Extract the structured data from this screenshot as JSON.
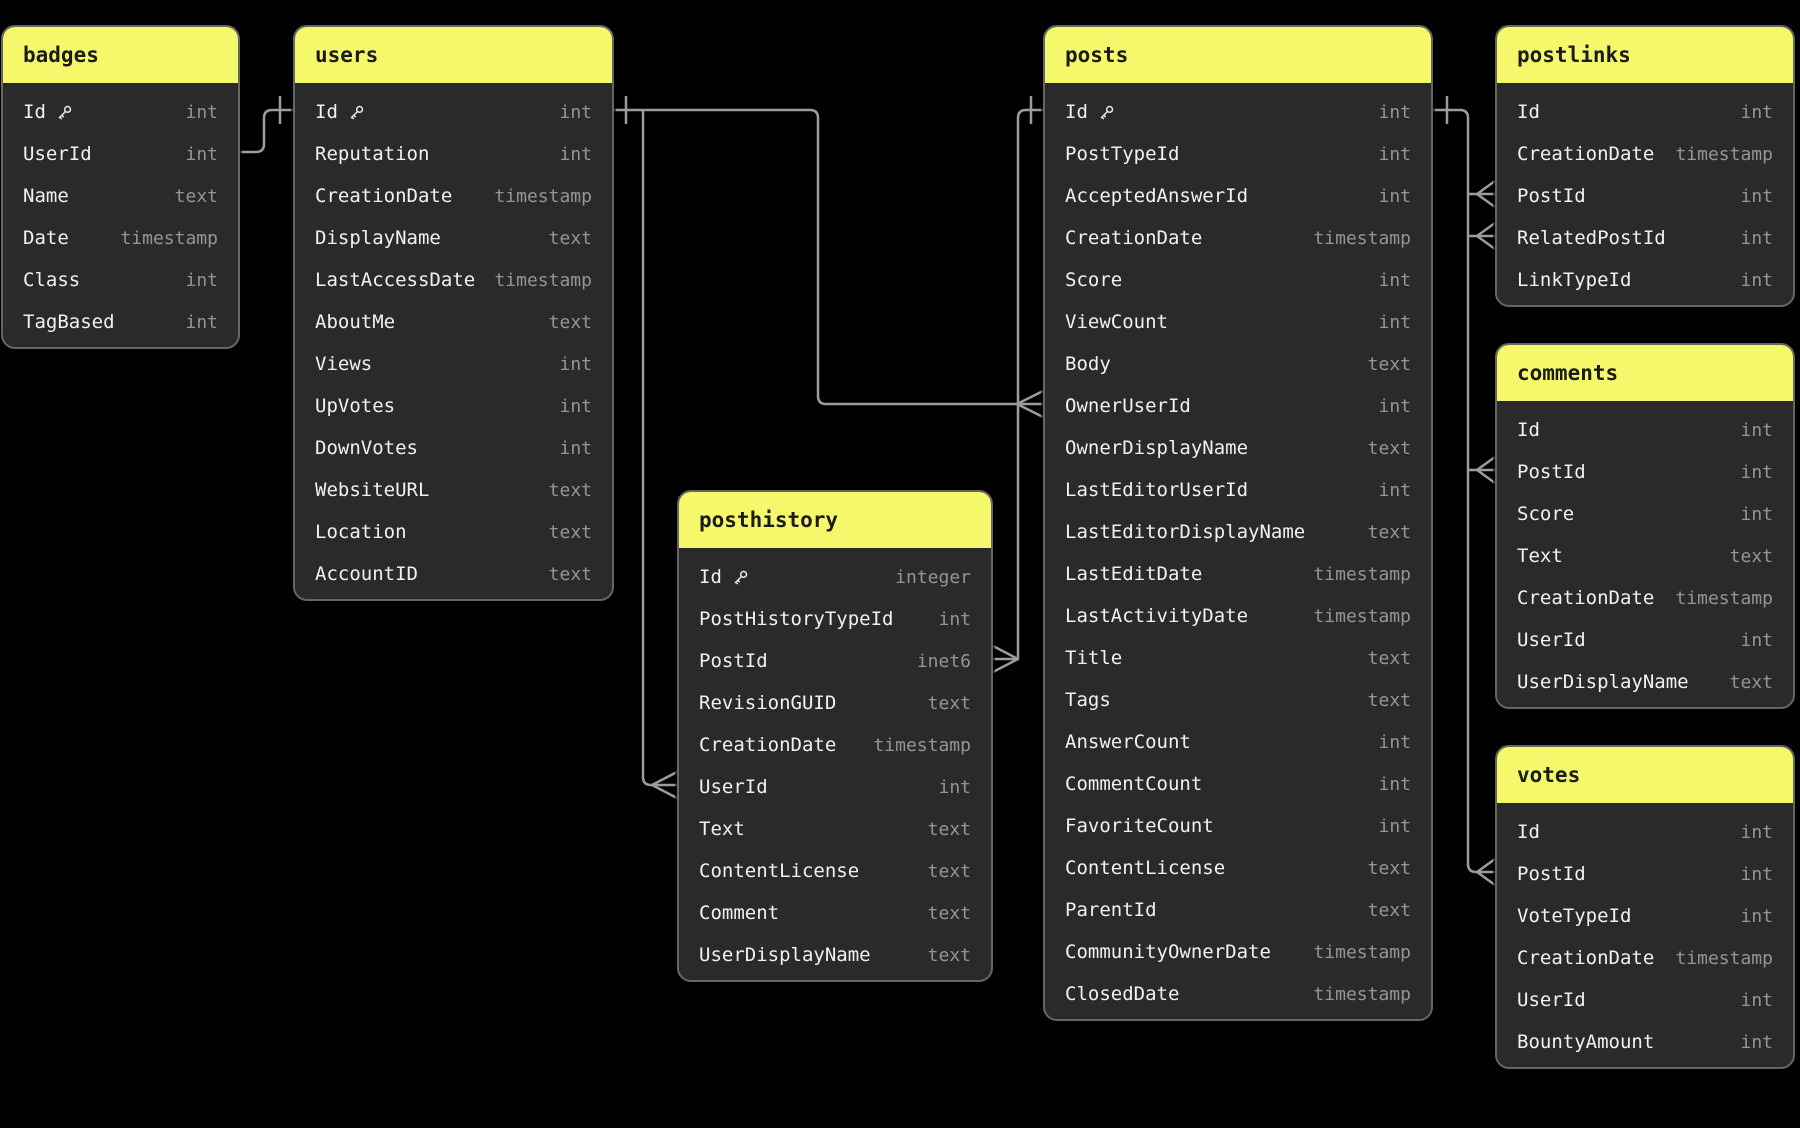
{
  "app": {
    "view": "database-schema-diagram"
  },
  "colors": {
    "canvas_bg": "#000000",
    "table_header_yellow": "#f4f86a",
    "table_body": "#2a2a2a",
    "table_border": "#666666",
    "header_text": "#1b1b1b",
    "column_name_text": "#f1f1f1",
    "column_type_text": "#959595",
    "relationship_line": "#9c9c9c"
  },
  "icons": {
    "primary_key": "key-icon"
  },
  "diagram": {
    "tables": [
      {
        "name": "badges",
        "columns": [
          {
            "name": "Id",
            "type": "int",
            "pk": true
          },
          {
            "name": "UserId",
            "type": "int"
          },
          {
            "name": "Name",
            "type": "text"
          },
          {
            "name": "Date",
            "type": "timestamp"
          },
          {
            "name": "Class",
            "type": "int"
          },
          {
            "name": "TagBased",
            "type": "int"
          }
        ]
      },
      {
        "name": "users",
        "columns": [
          {
            "name": "Id",
            "type": "int",
            "pk": true
          },
          {
            "name": "Reputation",
            "type": "int"
          },
          {
            "name": "CreationDate",
            "type": "timestamp"
          },
          {
            "name": "DisplayName",
            "type": "text"
          },
          {
            "name": "LastAccessDate",
            "type": "timestamp"
          },
          {
            "name": "AboutMe",
            "type": "text"
          },
          {
            "name": "Views",
            "type": "int"
          },
          {
            "name": "UpVotes",
            "type": "int"
          },
          {
            "name": "DownVotes",
            "type": "int"
          },
          {
            "name": "WebsiteURL",
            "type": "text"
          },
          {
            "name": "Location",
            "type": "text"
          },
          {
            "name": "AccountID",
            "type": "text"
          }
        ]
      },
      {
        "name": "posthistory",
        "columns": [
          {
            "name": "Id",
            "type": "integer",
            "pk": true
          },
          {
            "name": "PostHistoryTypeId",
            "type": "int"
          },
          {
            "name": "PostId",
            "type": "inet6"
          },
          {
            "name": "RevisionGUID",
            "type": "text"
          },
          {
            "name": "CreationDate",
            "type": "timestamp"
          },
          {
            "name": "UserId",
            "type": "int"
          },
          {
            "name": "Text",
            "type": "text"
          },
          {
            "name": "ContentLicense",
            "type": "text"
          },
          {
            "name": "Comment",
            "type": "text"
          },
          {
            "name": "UserDisplayName",
            "type": "text"
          }
        ]
      },
      {
        "name": "posts",
        "columns": [
          {
            "name": "Id",
            "type": "int",
            "pk": true
          },
          {
            "name": "PostTypeId",
            "type": "int"
          },
          {
            "name": "AcceptedAnswerId",
            "type": "int"
          },
          {
            "name": "CreationDate",
            "type": "timestamp"
          },
          {
            "name": "Score",
            "type": "int"
          },
          {
            "name": "ViewCount",
            "type": "int"
          },
          {
            "name": "Body",
            "type": "text"
          },
          {
            "name": "OwnerUserId",
            "type": "int"
          },
          {
            "name": "OwnerDisplayName",
            "type": "text"
          },
          {
            "name": "LastEditorUserId",
            "type": "int"
          },
          {
            "name": "LastEditorDisplayName",
            "type": "text"
          },
          {
            "name": "LastEditDate",
            "type": "timestamp"
          },
          {
            "name": "LastActivityDate",
            "type": "timestamp"
          },
          {
            "name": "Title",
            "type": "text"
          },
          {
            "name": "Tags",
            "type": "text"
          },
          {
            "name": "AnswerCount",
            "type": "int"
          },
          {
            "name": "CommentCount",
            "type": "int"
          },
          {
            "name": "FavoriteCount",
            "type": "int"
          },
          {
            "name": "ContentLicense",
            "type": "text"
          },
          {
            "name": "ParentId",
            "type": "text"
          },
          {
            "name": "CommunityOwnerDate",
            "type": "timestamp"
          },
          {
            "name": "ClosedDate",
            "type": "timestamp"
          }
        ]
      },
      {
        "name": "postlinks",
        "columns": [
          {
            "name": "Id",
            "type": "int"
          },
          {
            "name": "CreationDate",
            "type": "timestamp"
          },
          {
            "name": "PostId",
            "type": "int"
          },
          {
            "name": "RelatedPostId",
            "type": "int"
          },
          {
            "name": "LinkTypeId",
            "type": "int"
          }
        ]
      },
      {
        "name": "comments",
        "columns": [
          {
            "name": "Id",
            "type": "int"
          },
          {
            "name": "PostId",
            "type": "int"
          },
          {
            "name": "Score",
            "type": "int"
          },
          {
            "name": "Text",
            "type": "text"
          },
          {
            "name": "CreationDate",
            "type": "timestamp"
          },
          {
            "name": "UserId",
            "type": "int"
          },
          {
            "name": "UserDisplayName",
            "type": "text"
          }
        ]
      },
      {
        "name": "votes",
        "columns": [
          {
            "name": "Id",
            "type": "int"
          },
          {
            "name": "PostId",
            "type": "int"
          },
          {
            "name": "VoteTypeId",
            "type": "int"
          },
          {
            "name": "CreationDate",
            "type": "timestamp"
          },
          {
            "name": "UserId",
            "type": "int"
          },
          {
            "name": "BountyAmount",
            "type": "int"
          }
        ]
      }
    ],
    "relationships": [
      {
        "from_table": "badges",
        "from_column": "UserId",
        "to_table": "users",
        "to_column": "Id",
        "from_cardinality": "many",
        "to_cardinality": "one"
      },
      {
        "from_table": "posts",
        "from_column": "OwnerUserId",
        "to_table": "users",
        "to_column": "Id",
        "from_cardinality": "many",
        "to_cardinality": "one"
      },
      {
        "from_table": "posthistory",
        "from_column": "UserId",
        "to_table": "users",
        "to_column": "Id",
        "from_cardinality": "many",
        "to_cardinality": "one"
      },
      {
        "from_table": "posthistory",
        "from_column": "PostId",
        "to_table": "posts",
        "to_column": "Id",
        "from_cardinality": "many",
        "to_cardinality": "one"
      },
      {
        "from_table": "postlinks",
        "from_column": "PostId",
        "to_table": "posts",
        "to_column": "Id",
        "from_cardinality": "many",
        "to_cardinality": "one"
      },
      {
        "from_table": "postlinks",
        "from_column": "RelatedPostId",
        "to_table": "posts",
        "to_column": "Id",
        "from_cardinality": "many",
        "to_cardinality": "one"
      },
      {
        "from_table": "comments",
        "from_column": "PostId",
        "to_table": "posts",
        "to_column": "Id",
        "from_cardinality": "many",
        "to_cardinality": "one"
      },
      {
        "from_table": "votes",
        "from_column": "PostId",
        "to_table": "posts",
        "to_column": "Id",
        "from_cardinality": "many",
        "to_cardinality": "one"
      }
    ]
  }
}
